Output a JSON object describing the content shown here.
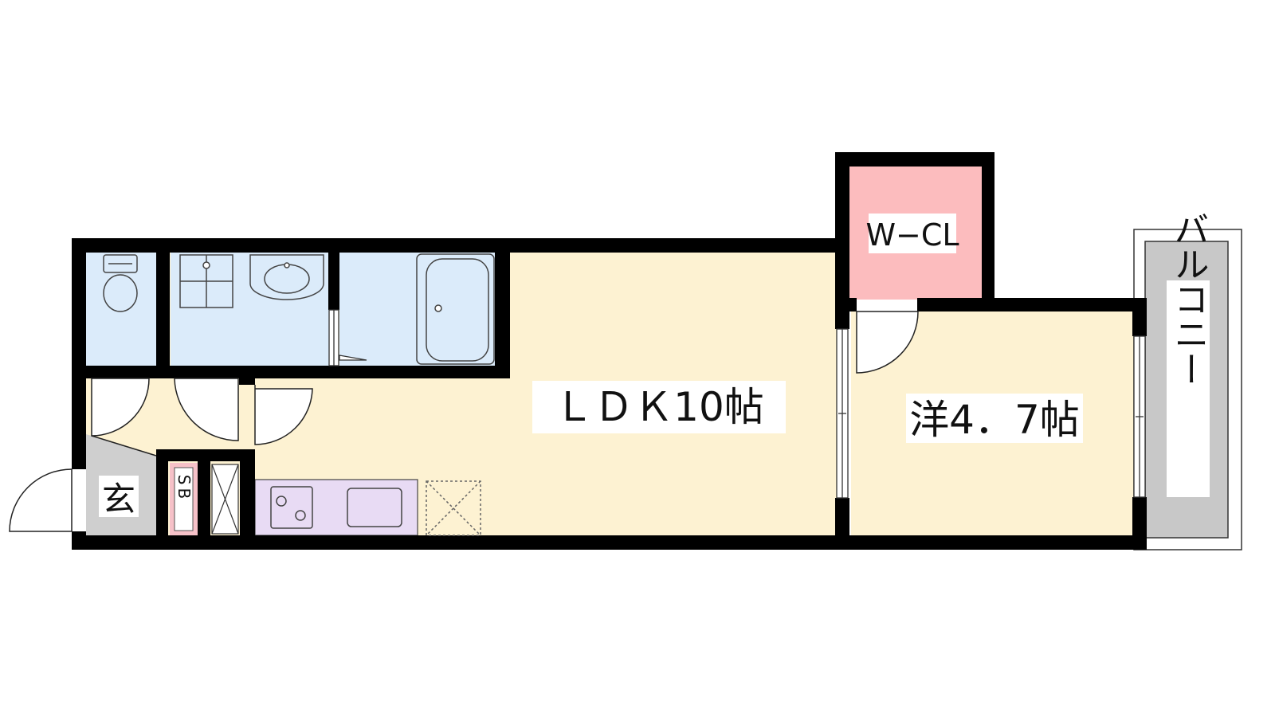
{
  "rooms": {
    "ldk": "ＬＤＫ10帖",
    "western": "洋4．7帖",
    "walk_in_closet": "W−CL",
    "balcony": "バルコニー",
    "entrance": "玄",
    "shoe_box": "SB"
  },
  "colors": {
    "wall": "#000000",
    "living_floor": "#fdf2d2",
    "wet_area": "#dbebfa",
    "closet": "#fcbcbe",
    "kitchen": "#e8dbf4",
    "entrance_floor": "#cfcfcf",
    "balcony_floor": "#c8c8c8",
    "shoe_box": "#f6c1c8"
  },
  "icons": [
    "toilet-icon",
    "washing-machine-icon",
    "wash-basin-icon",
    "bathtub-icon",
    "stove-burner-icon",
    "kitchen-sink-icon",
    "refrigerator-space-icon",
    "door-swing-icon"
  ]
}
